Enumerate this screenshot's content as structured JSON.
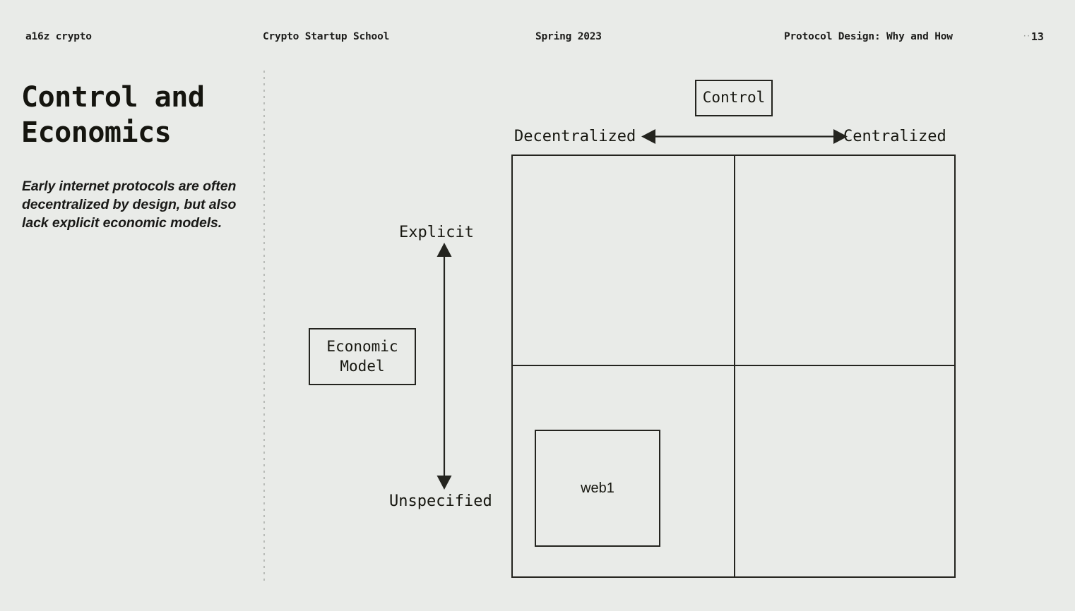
{
  "slide": {
    "background_color": "#e9ebe8",
    "ink_color": "#16160f",
    "page_number": "13",
    "page_number_tick": "··"
  },
  "header": {
    "brand": "a16z crypto",
    "course": "Crypto Startup School",
    "term": "Spring 2023",
    "section": "Protocol Design: Why and How"
  },
  "left_column": {
    "title": "Control and Economics",
    "body": "Early internet protocols are often decentralized by design, but also lack explicit economic models."
  },
  "diagram": {
    "type": "2x2-quadrant-matrix",
    "x_axis": {
      "name_box": "Control",
      "left_label": "Decentralized",
      "right_label": "Centralized",
      "arrow": "double-headed"
    },
    "y_axis": {
      "name_box": "Economic Model",
      "top_label": "Explicit",
      "bottom_label": "Unspecified",
      "arrow": "double-headed"
    },
    "plotted_items": [
      {
        "label": "web1",
        "quadrant": "bottom-left",
        "control": "decentralized",
        "economic_model": "unspecified"
      }
    ],
    "quadrants": [
      {
        "name": "top-left",
        "label": ""
      },
      {
        "name": "top-right",
        "label": ""
      },
      {
        "name": "bottom-left",
        "label": "web1"
      },
      {
        "name": "bottom-right",
        "label": ""
      }
    ]
  }
}
